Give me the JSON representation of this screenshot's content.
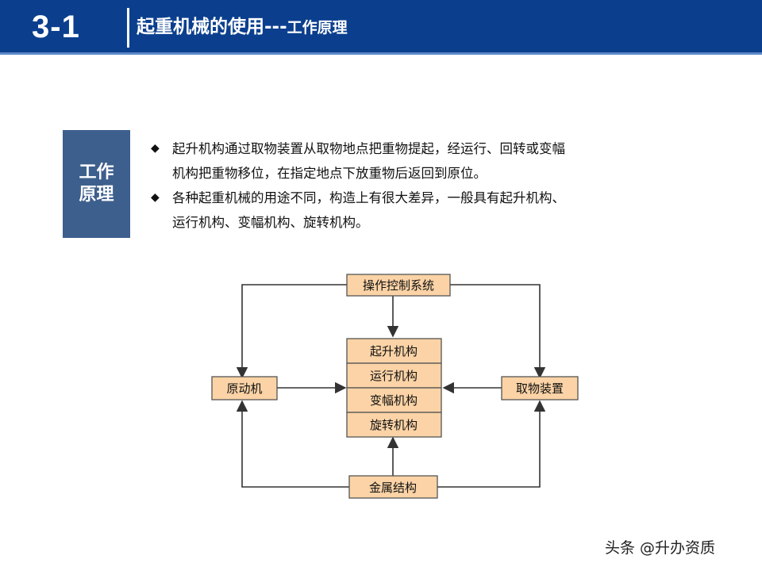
{
  "header": {
    "section_number": "3-1",
    "title_main": "起重机械的使用---",
    "title_sub": "工作原理"
  },
  "sidebar_label": {
    "line1": "工作",
    "line2": "原理"
  },
  "bullets": [
    {
      "mark": "◆",
      "line1": "起升机构通过取物装置从取物地点把重物提起，经运行、回转或变幅",
      "line2": "机构把重物移位，在指定地点下放重物后返回到原位。"
    },
    {
      "mark": "◆",
      "line1": "各种起重机械的用途不同，构造上有很大差异，一般具有起升机构、",
      "line2": "运行机构、变幅机构、旋转机构。"
    }
  ],
  "diagram": {
    "control": "操作控制系统",
    "center": [
      "起升机构",
      "运行机构",
      "变幅机构",
      "旋转机构"
    ],
    "left": "原动机",
    "right": "取物装置",
    "bottom": "金属结构",
    "box_fill": "#fbd3a6",
    "line_color": "#333333"
  },
  "watermark": "头条 @升办资质"
}
